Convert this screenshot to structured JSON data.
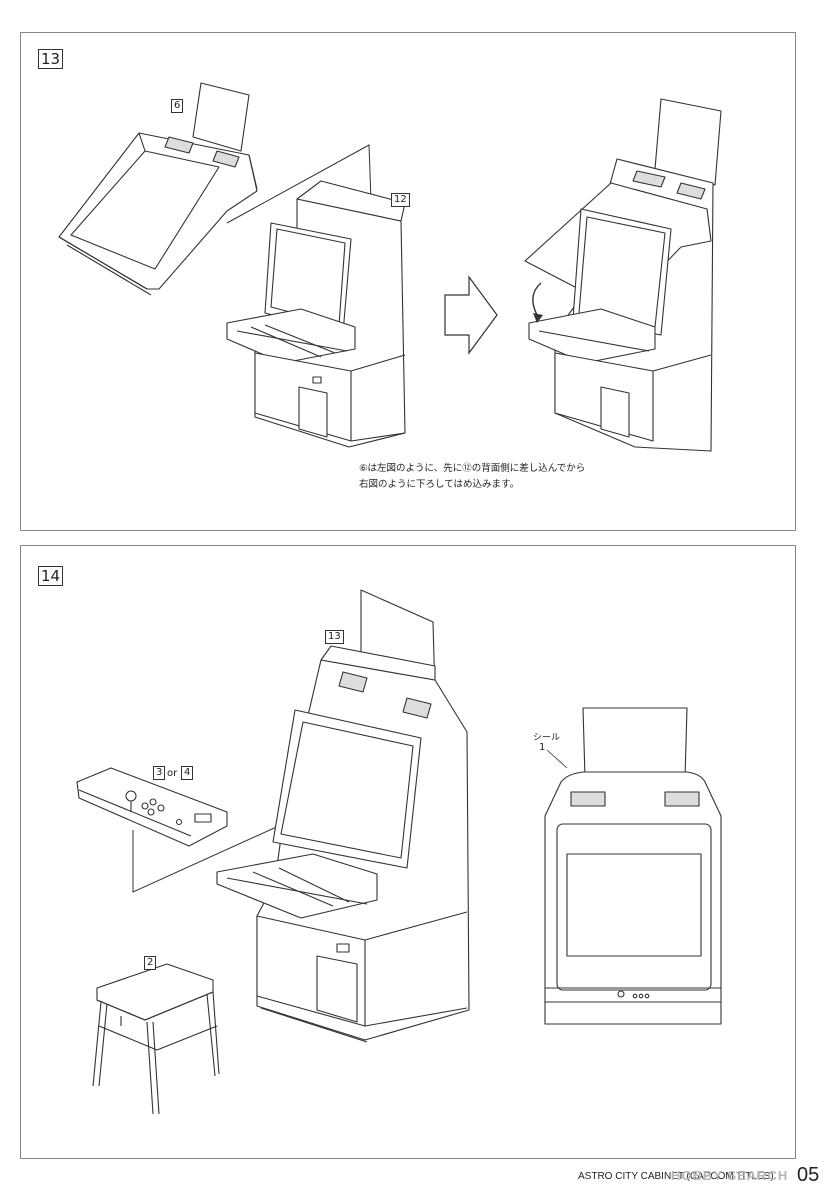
{
  "step13": {
    "number": "13",
    "part_top": "6",
    "part_cabinet": "12",
    "note_line1": "⑥は左図のように、先に⑫の背面側に差し込んでから",
    "note_line2": "右図のように下ろしてはめ込みます。"
  },
  "step14": {
    "number": "14",
    "part_cabinet": "13",
    "panel_a": "3",
    "panel_or": "or",
    "panel_b": "4",
    "part_stool": "2",
    "sticker_label": "シール",
    "sticker_num": "1"
  },
  "footer": {
    "title": "ASTRO CITY CABINET (CAPCOM TITLES)",
    "page": "05",
    "watermark": "HOBBY SEARCH"
  }
}
